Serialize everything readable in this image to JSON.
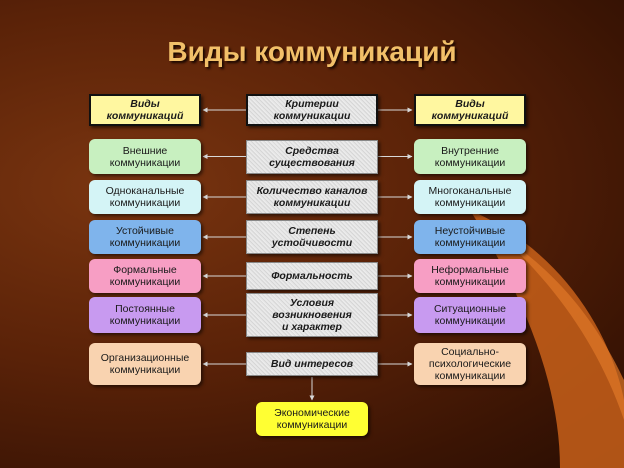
{
  "title": "Виды коммуникаций",
  "left_header": "Виды\nкоммуникаций",
  "center_header": "Критерии\nкоммуникации",
  "right_header": "Виды\nкоммуникаций",
  "rows": [
    {
      "left": "Внешние\nкоммуникации",
      "criterion": "Средства\nсуществования",
      "right": "Внутренние\nкоммуникации",
      "color": "#c8f0c0"
    },
    {
      "left": "Одноканальные\nкоммуникации",
      "criterion": "Количество каналов\nкоммуникации",
      "right": "Многоканальные\nкоммуникации",
      "color": "#d4f4f6"
    },
    {
      "left": "Устойчивые\nкоммуникации",
      "criterion": "Степень\nустойчивости",
      "right": "Неустойчивые\nкоммуникации",
      "color": "#7fb4ec"
    },
    {
      "left": "Формальные\nкоммуникации",
      "criterion": "Формальность",
      "right": "Неформальные\nкоммуникации",
      "color": "#f79ec4"
    },
    {
      "left": "Постоянные\nкоммуникации",
      "criterion": "Условия\nвозникновения\nи характер",
      "right": "Ситуационные\nкоммуникации",
      "color": "#c89af0"
    },
    {
      "left": "Организационные\nкоммуникации",
      "criterion": "Вид интересов",
      "right": "Социально-\nпсихологические\nкоммуникации",
      "color": "#f9d3b0"
    }
  ],
  "bottom": {
    "label": "Экономические\nкоммуникации",
    "color": "#ffff33"
  },
  "colors": {
    "header_fill": "#fff7a0",
    "title": "#f2c069",
    "arrow": "#d8d8d8"
  }
}
